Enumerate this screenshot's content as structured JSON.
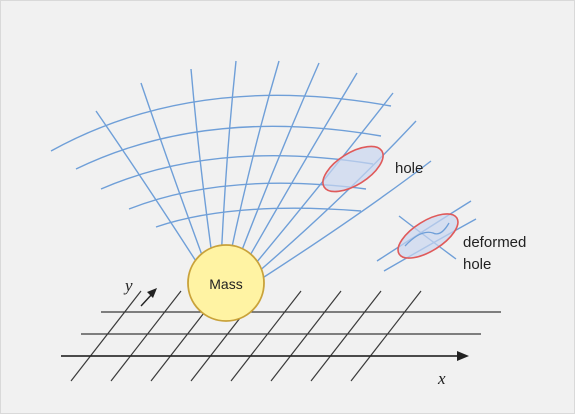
{
  "labels": {
    "mass": "Mass",
    "hole": "hole",
    "deformed_hole_line1": "deformed",
    "deformed_hole_line2": "hole",
    "x_axis": "x",
    "y_axis": "y"
  },
  "colors": {
    "background": "#f1f1f1",
    "grid_lines": "#6f9fd8",
    "hole_outline": "#e05a5a",
    "hole_fill": "#c9d6ef",
    "mass_fill": "#fff3a3",
    "mass_outline": "#c9a23a",
    "plane_lines": "#3a3a3a"
  }
}
